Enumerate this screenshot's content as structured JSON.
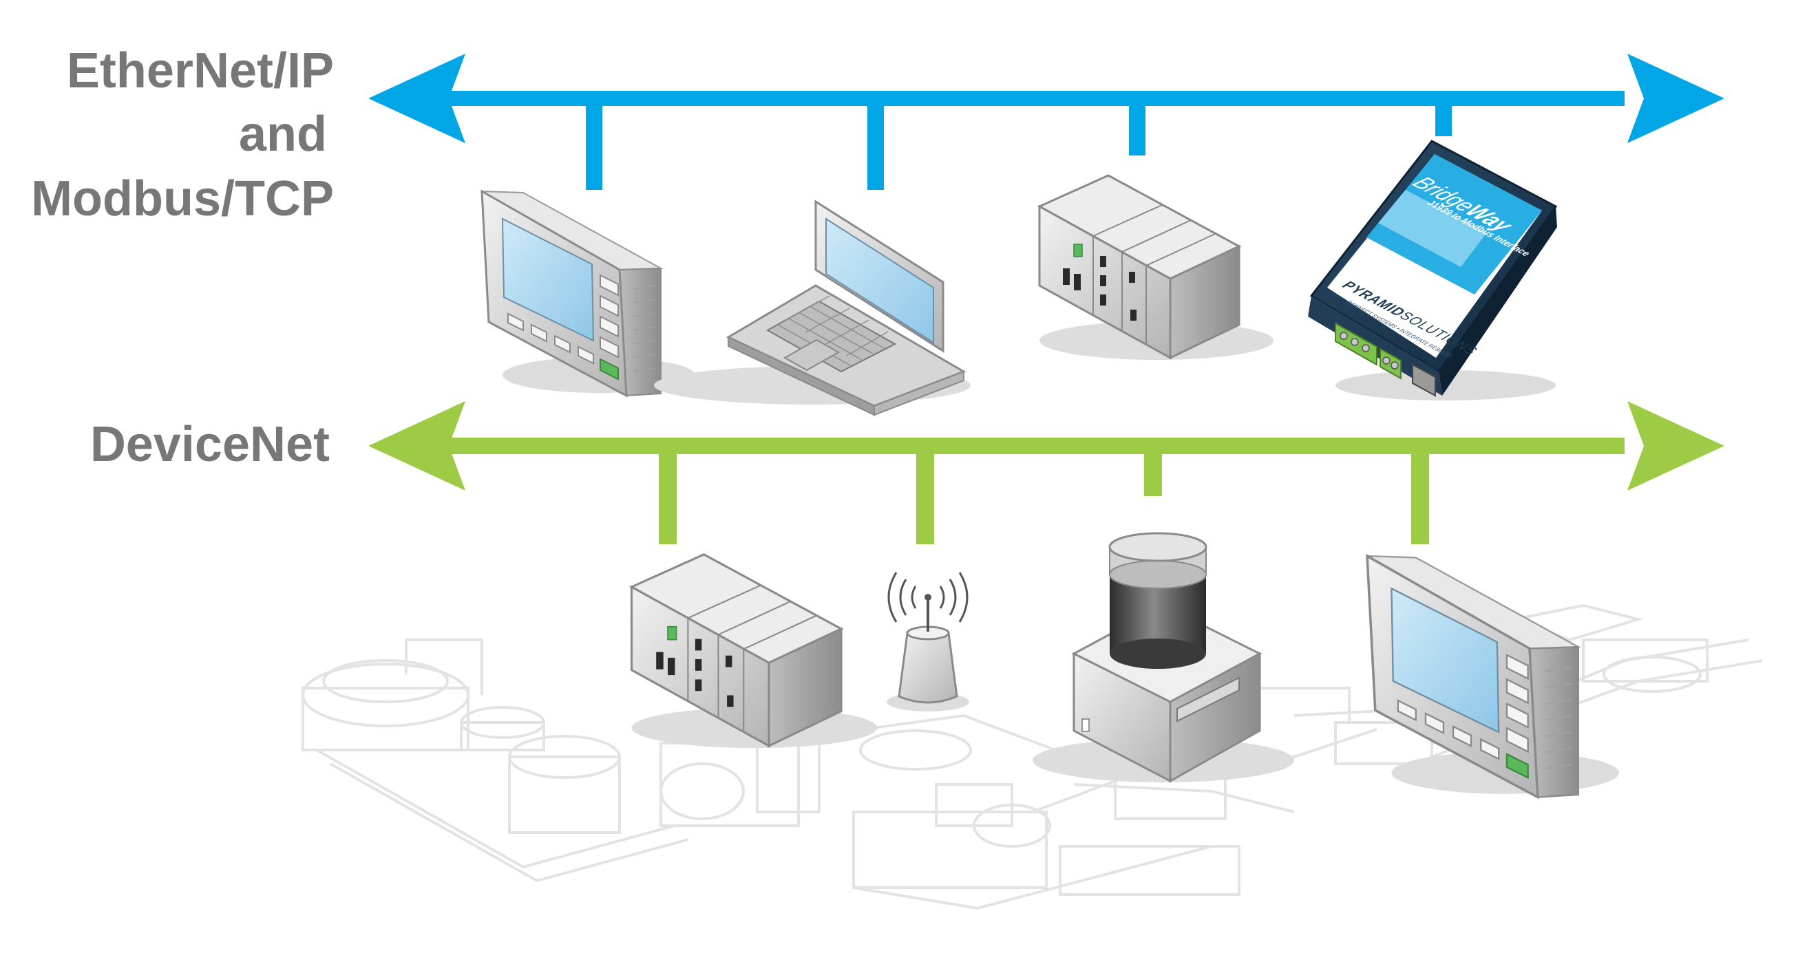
{
  "networks": {
    "ethernet": {
      "label_lines": [
        "EtherNet/IP",
        "and",
        "Modbus/TCP"
      ],
      "color": "#00A6E6"
    },
    "devicenet": {
      "label": "DeviceNet",
      "color": "#9ECB45"
    }
  },
  "bridgeway": {
    "title_a": "Bridge",
    "title_b": "Way",
    "subtitle": "J1939 to Modbus Interface",
    "brand_a": "PYRAMID",
    "brand_b": "SOLUTIONS",
    "tagline": "CONNECT SYSTEMS • INTEGRATE RESULTS"
  },
  "colors": {
    "label_gray": "#777777",
    "device_gray": "#c9c9c9",
    "screen_blue": "#a9d6f0",
    "status_green": "#5cb85c",
    "bridgeway_navy": "#1f3d57",
    "background_sketch": "#e6e6e6"
  },
  "icons": {
    "hmi": "hmi-panel-icon",
    "laptop": "laptop-icon",
    "plc": "plc-rack-icon",
    "gateway": "bridgeway-gateway-icon",
    "wireless": "wireless-antenna-icon",
    "sensor": "cylinder-sensor-icon"
  }
}
